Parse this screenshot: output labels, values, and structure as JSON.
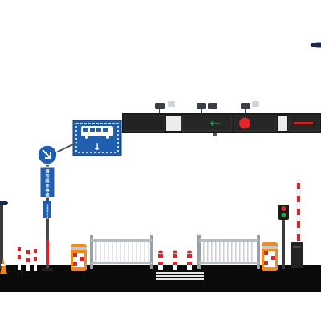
{
  "signs": {
    "vertical_sign_text": "请勿超车等候",
    "pole_sign_text": "左转待行区",
    "bus_sign_arrow": "↓"
  },
  "signal_bar": {
    "left_arrow_glyph": "←",
    "panel_count": 5
  },
  "colors": {
    "sign_blue": "#1f5fae",
    "arrow_green": "#1fa64a",
    "signal_red": "#e0252b",
    "ground": "#0a0a0a",
    "barrier_orange": "#f28a1b",
    "stripe_red": "#d8242a"
  },
  "icons": {
    "bus": "bus-icon",
    "down_arrow": "down-arrow-icon",
    "turn_arrow": "turn-right-arrow-icon",
    "left_arrow": "left-arrow-icon",
    "red_light": "red-light-icon",
    "camera": "camera-icon"
  }
}
